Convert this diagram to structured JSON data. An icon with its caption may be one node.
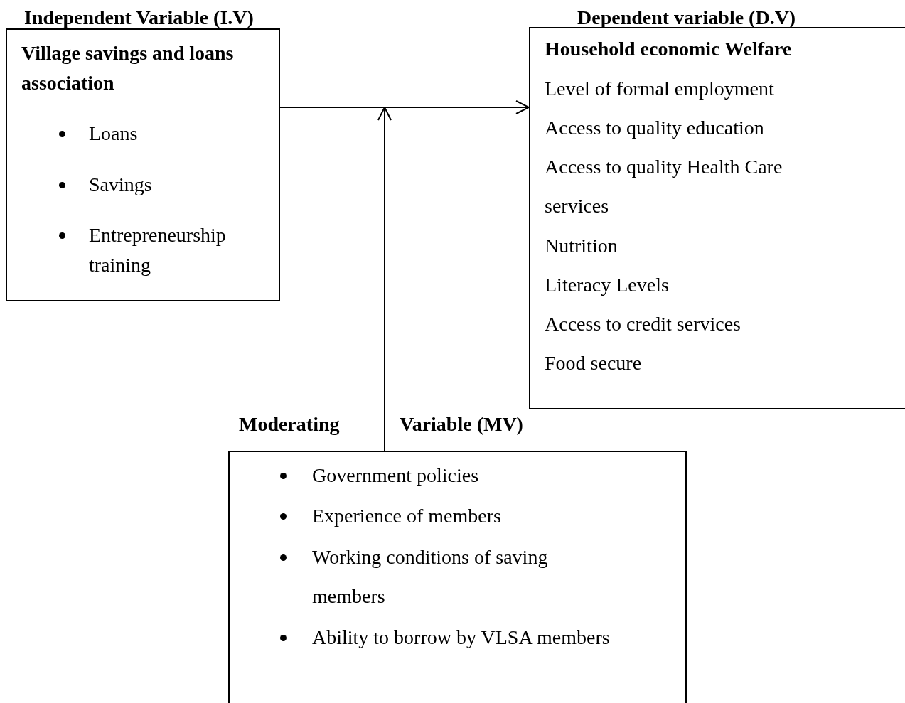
{
  "diagram": {
    "nodes": [
      {
        "text": [
          "Independent Variable (I.V)",
          "Village savings and loans association",
          "Loans",
          "Savings",
          "Entrepreneurship training"
        ]
      },
      {
        "text": [
          "Dependent variable (D.V)",
          "Household economic Welfare",
          "Level of formal employment",
          "Access to quality education",
          "Access to quality Health Care services",
          "Nutrition",
          "Literacy Levels",
          "Access to credit services",
          "Food secure"
        ]
      },
      {
        "text": [
          "Moderating",
          "Variable (MV)",
          "Government policies",
          "Experience of members",
          "Working conditions of saving members",
          "Ability to borrow by VLSA members"
        ]
      }
    ],
    "edges": [
      {
        "from": 0,
        "to": 1,
        "arrow": "to"
      },
      {
        "from": 2,
        "to": null,
        "arrow": "to"
      }
    ]
  }
}
